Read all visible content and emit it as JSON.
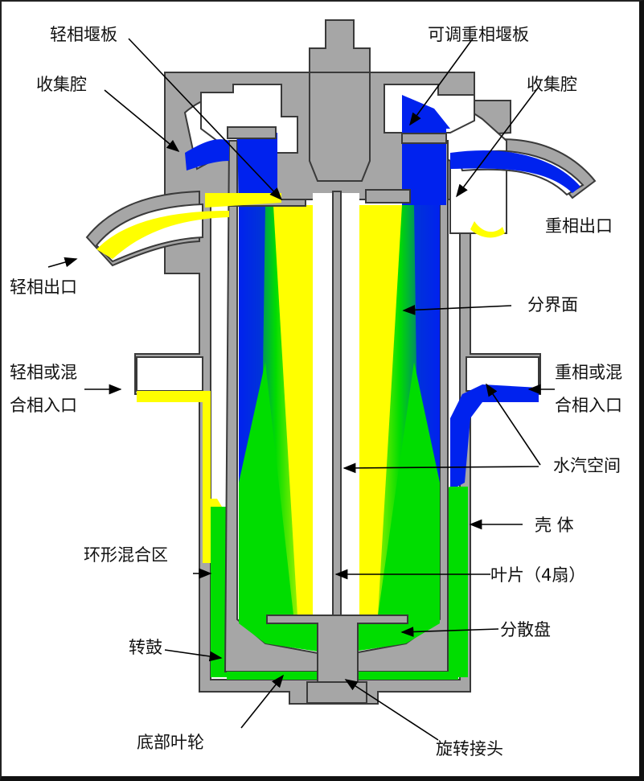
{
  "labels": {
    "light_weir": "轻相堰板",
    "collect_left": "收集腔",
    "light_outlet": "轻相出口",
    "light_inlet_1": "轻相或混",
    "light_inlet_2": "合相入口",
    "annular_zone": "环形混合区",
    "drum": "转鼓",
    "bottom_impeller": "底部叶轮",
    "adj_heavy_weir": "可调重相堰板",
    "collect_right": "收集腔",
    "heavy_outlet": "重相出口",
    "interface": "分界面",
    "heavy_inlet_1": "重相或混",
    "heavy_inlet_2": "合相入口",
    "vapor_space": "水汽空间",
    "shell": "壳 体",
    "blades": "叶片（4扇）",
    "disperser": "分散盘",
    "rotary_joint": "旋转接头"
  },
  "colors": {
    "casing": "#a6a6a6",
    "outline": "#3a3a3a",
    "light_phase": "#ffff00",
    "heavy_phase": "#0022ee",
    "mixed_phase": "#00dd00",
    "interface_cyan": "#33dddd"
  }
}
